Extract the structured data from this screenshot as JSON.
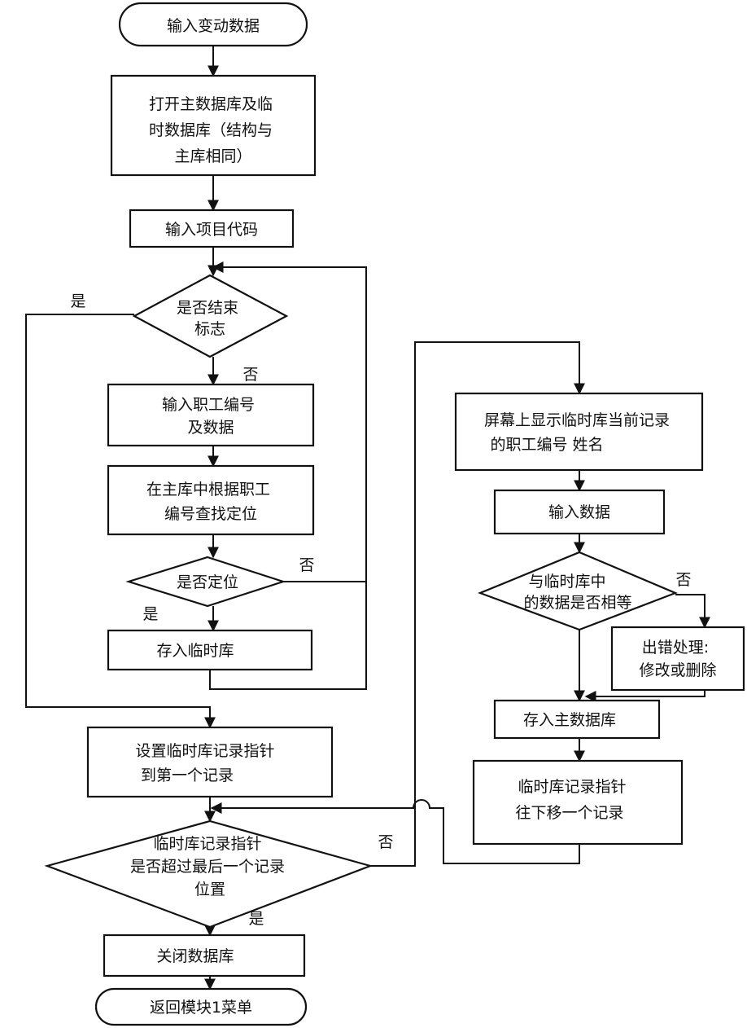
{
  "nodes": {
    "start": {
      "lines": [
        "输入变动数据"
      ]
    },
    "open_db": {
      "lines": [
        "打开主数据库及临",
        "时数据库（结构与",
        "主库相同）"
      ]
    },
    "input_code": {
      "lines": [
        "输入项目代码"
      ]
    },
    "is_end": {
      "lines": [
        "是否结束",
        "标志"
      ]
    },
    "input_emp": {
      "lines": [
        "输入职工编号",
        "及数据"
      ]
    },
    "locate": {
      "lines": [
        "在主库中根据职工",
        "编号查找定位"
      ]
    },
    "located": {
      "lines": [
        "是否定位"
      ]
    },
    "save_temp": {
      "lines": [
        "存入临时库"
      ]
    },
    "set_ptr": {
      "lines": [
        "设置临时库记录指针",
        "到第一个记录"
      ]
    },
    "ptr_past": {
      "lines": [
        "临时库记录指针",
        "是否超过最后一个记录",
        "位置"
      ]
    },
    "close_db": {
      "lines": [
        "关闭数据库"
      ]
    },
    "return": {
      "lines": [
        "返回模块1菜单"
      ]
    },
    "show_rec": {
      "lines": [
        "屏幕上显示临时库当前记录",
        "的职工编号 姓名"
      ]
    },
    "input_data": {
      "lines": [
        "输入数据"
      ]
    },
    "compare": {
      "lines": [
        "与临时库中",
        "的数据是否相等"
      ]
    },
    "error": {
      "lines": [
        "出错处理:",
        "修改或删除"
      ]
    },
    "save_main": {
      "lines": [
        "存入主数据库"
      ]
    },
    "ptr_next": {
      "lines": [
        "临时库记录指针",
        "往下移一个记录"
      ]
    }
  },
  "edge_labels": {
    "is_end_yes": "是",
    "is_end_no": "否",
    "located_no": "否",
    "located_yes": "是",
    "compare_no": "否",
    "ptr_past_no": "否",
    "ptr_past_yes": "是"
  }
}
